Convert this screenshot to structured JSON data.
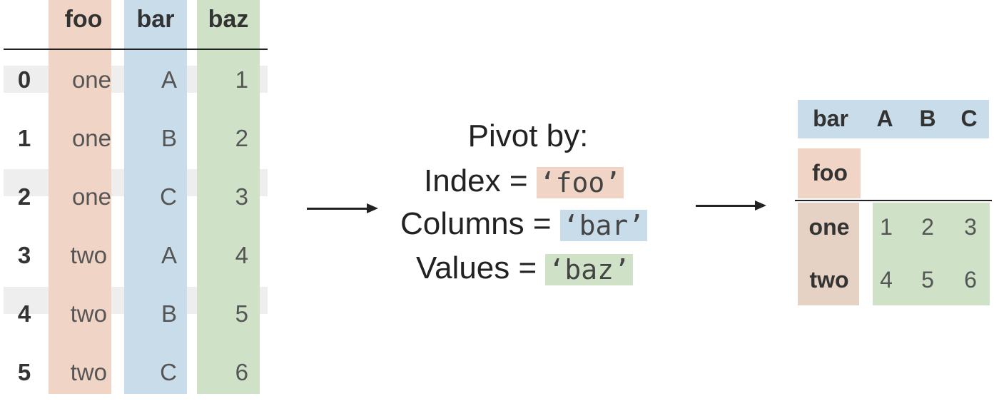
{
  "left_table": {
    "headers": {
      "foo": "foo",
      "bar": "bar",
      "baz": "baz"
    },
    "rows": [
      {
        "index": "0",
        "foo": "one",
        "bar": "A",
        "baz": "1"
      },
      {
        "index": "1",
        "foo": "one",
        "bar": "B",
        "baz": "2"
      },
      {
        "index": "2",
        "foo": "one",
        "bar": "C",
        "baz": "3"
      },
      {
        "index": "3",
        "foo": "two",
        "bar": "A",
        "baz": "4"
      },
      {
        "index": "4",
        "foo": "two",
        "bar": "B",
        "baz": "5"
      },
      {
        "index": "5",
        "foo": "two",
        "bar": "C",
        "baz": "6"
      }
    ]
  },
  "pivot": {
    "title": "Pivot by:",
    "index_label": "Index =",
    "index_value": "‘foo’",
    "columns_label": "Columns =",
    "columns_value": "‘bar’",
    "values_label": "Values =",
    "values_value": "‘baz’"
  },
  "right_table": {
    "column_name": "bar",
    "columns": [
      "A",
      "B",
      "C"
    ],
    "index_name": "foo",
    "rows": [
      {
        "label": "one",
        "values": [
          "1",
          "2",
          "3"
        ]
      },
      {
        "label": "two",
        "values": [
          "4",
          "5",
          "6"
        ]
      }
    ]
  },
  "colors": {
    "foo": "#f0d5c6",
    "bar": "#c9dcea",
    "baz": "#cfe2c8"
  }
}
